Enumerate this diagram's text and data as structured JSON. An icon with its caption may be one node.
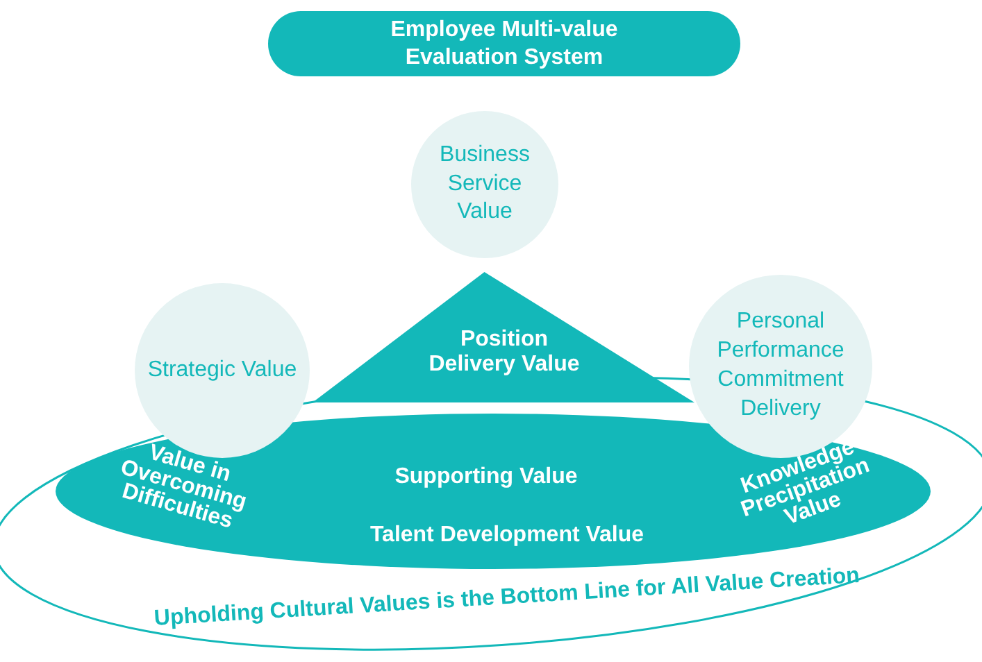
{
  "diagram": {
    "nodes": [
      {
        "text": [
          "Employee Multi-value Evaluation System"
        ]
      },
      {
        "text": [
          "Business Service Value"
        ]
      },
      {
        "text": [
          "Strategic Value"
        ]
      },
      {
        "text": [
          "Position Delivery Value"
        ]
      },
      {
        "text": [
          "Personal Performance Commitment Delivery"
        ]
      },
      {
        "text": [
          "Upholding Cultural Values is the Bottom Line for All Value Creation"
        ]
      },
      {
        "text": [
          "Value in Overcoming Difficulties",
          "Supporting Value",
          "Knowledge Precipitation Value",
          "Talent Development Value"
        ],
        "in": 5
      }
    ],
    "edges": []
  }
}
